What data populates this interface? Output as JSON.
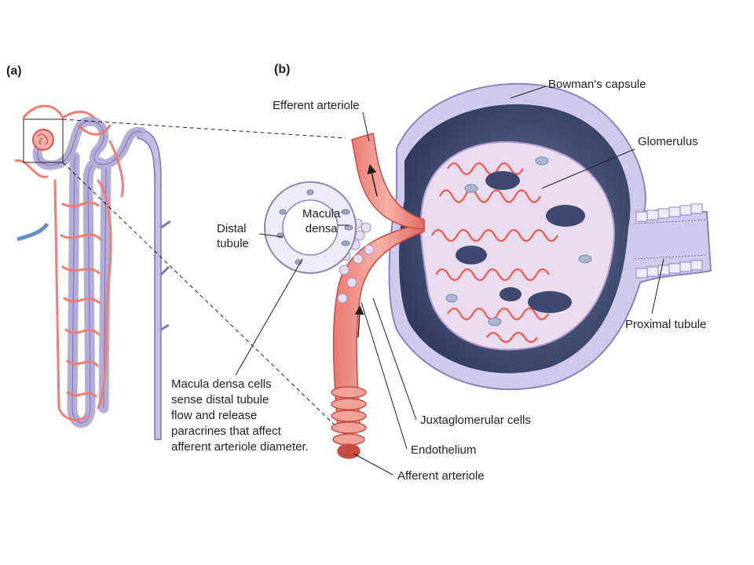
{
  "panels": {
    "a": "(a)",
    "b": "(b)"
  },
  "labels": {
    "bowmans_capsule": "Bowman's capsule",
    "efferent_arteriole": "Efferent arteriole",
    "glomerulus": "Glomerulus",
    "distal_tubule": [
      "Distal",
      "tubule"
    ],
    "macula_densa": [
      "Macula",
      "densa"
    ],
    "proximal_tubule": "Proximal tubule",
    "juxtaglomerular_cells": "Juxtaglomerular cells",
    "endothelium": "Endothelium",
    "afferent_arteriole": "Afferent arteriole",
    "caption": [
      "Macula densa cells",
      "sense distal tubule",
      "flow and release",
      "paracrines that affect",
      "afferent arteriole diameter."
    ]
  },
  "colors": {
    "artery": "#f08a80",
    "artery_dark": "#d9564d",
    "tubule": "#b3add8",
    "tubule_dark": "#7c74b3",
    "capsule_space": "#4f5a7e",
    "capsule_wall": "#c9c4e6",
    "cells": "#e9e5f4",
    "text": "#231f20"
  }
}
